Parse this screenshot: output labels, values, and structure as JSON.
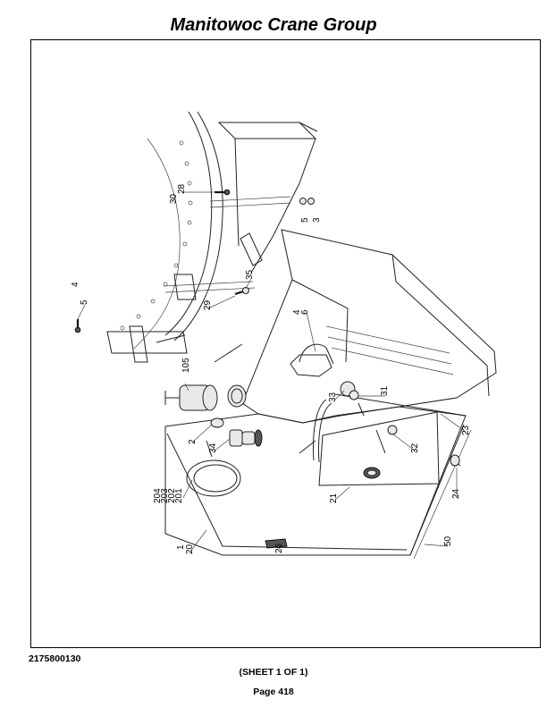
{
  "header": {
    "title": "Manitowoc Crane Group"
  },
  "footer": {
    "doc_number": "2175800130",
    "sheet": "(SHEET 1 OF 1)",
    "page": "Page 418"
  },
  "callouts": {
    "c30": "30",
    "c28": "28",
    "c5a": "5",
    "c3": "3",
    "c4a": "4",
    "c5b": "5",
    "c35": "35",
    "c29": "29",
    "c4b": "4",
    "c6": "6",
    "c105": "105",
    "c2": "2",
    "c34": "34",
    "c33": "33",
    "c31": "31",
    "c23": "23",
    "c32": "32",
    "c21": "21",
    "c24": "24",
    "c204": "204",
    "c203": "203",
    "c202": "202",
    "c201": "201",
    "c1": "1",
    "c20": "20",
    "c26": "26",
    "c50": "50"
  }
}
